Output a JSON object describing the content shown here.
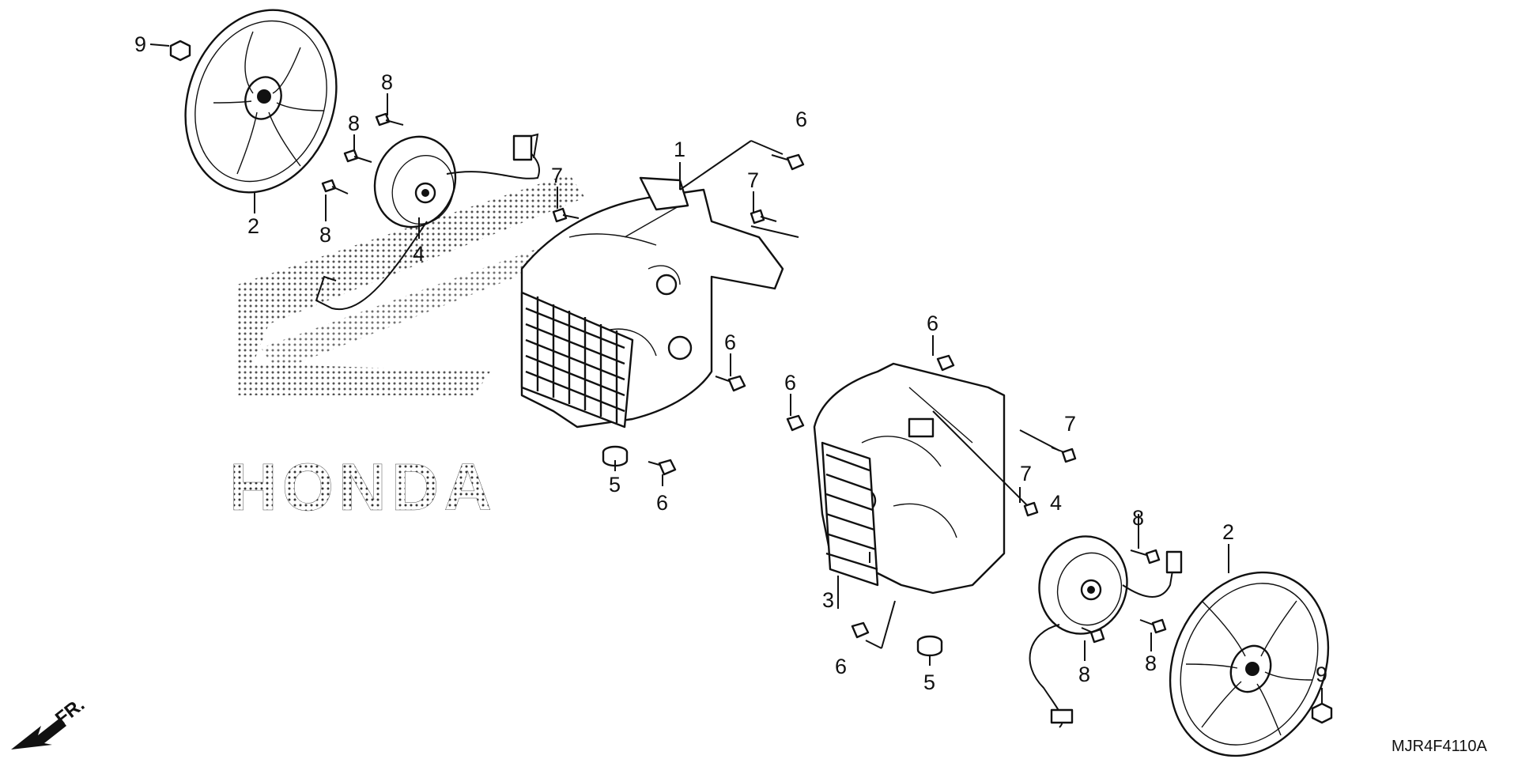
{
  "diagram": {
    "brand_watermark": "HONDA",
    "diagram_code": "MJR4F4110A",
    "direction_label": "FR.",
    "callouts": [
      "1",
      "2",
      "3",
      "4",
      "5",
      "6",
      "7",
      "8",
      "9"
    ]
  },
  "parts": {
    "left_assembly": {
      "fan": "2",
      "fan_nut": "9",
      "motor": "4",
      "motor_bolts": [
        "8",
        "8",
        "8"
      ],
      "shroud": "1",
      "shroud_bolts": [
        "7",
        "7"
      ],
      "mount_bolts": [
        "6",
        "6",
        "6"
      ],
      "grommet": "5"
    },
    "right_assembly": {
      "fan": "2",
      "fan_nut": "9",
      "motor": "4",
      "motor_bolts": [
        "8",
        "8",
        "8"
      ],
      "shroud": "3",
      "shroud_bolts": [
        "7",
        "7"
      ],
      "mount_bolts": [
        "6",
        "6",
        "6"
      ],
      "grommet": "5"
    }
  }
}
